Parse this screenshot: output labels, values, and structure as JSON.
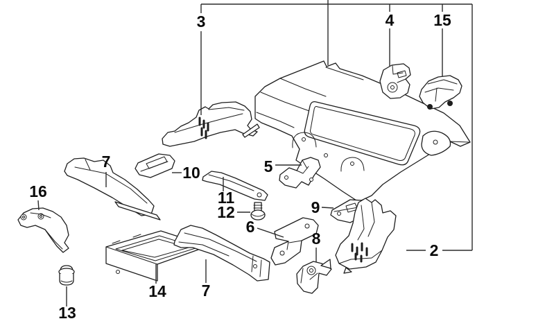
{
  "diagram": {
    "colors": {
      "background": "#ffffff",
      "line_art": "#1d1d1d",
      "callout_text": "#0a0a0a"
    },
    "callouts": [
      {
        "label": "3"
      },
      {
        "label": "4"
      },
      {
        "label": "15"
      },
      {
        "label": "2"
      },
      {
        "label": "5"
      },
      {
        "label": "9"
      },
      {
        "label": "8"
      },
      {
        "label": "6"
      },
      {
        "label": "10"
      },
      {
        "label": "11"
      },
      {
        "label": "12"
      },
      {
        "label": "7"
      },
      {
        "label": "16"
      },
      {
        "label": "13"
      },
      {
        "label": "14"
      },
      {
        "label": "7"
      }
    ]
  }
}
